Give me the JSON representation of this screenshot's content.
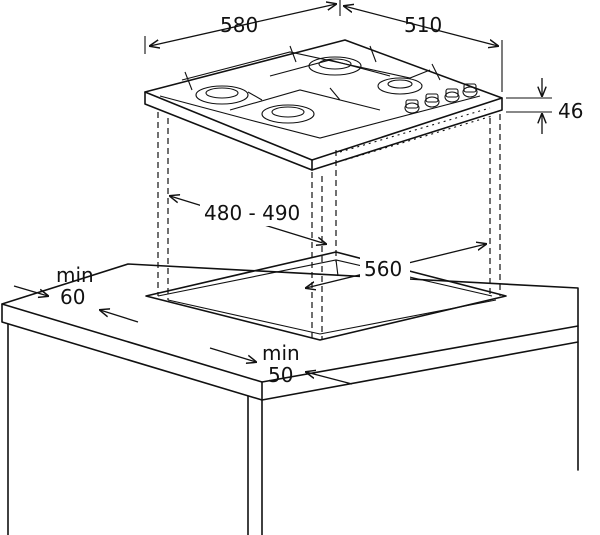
{
  "dimensions": {
    "width": "580",
    "depth": "510",
    "height": "46",
    "cutout_depth": "480 - 490",
    "cutout_width": "560",
    "min_back_label": "min",
    "min_back_value": "60",
    "min_front_label": "min",
    "min_front_value": "50"
  }
}
